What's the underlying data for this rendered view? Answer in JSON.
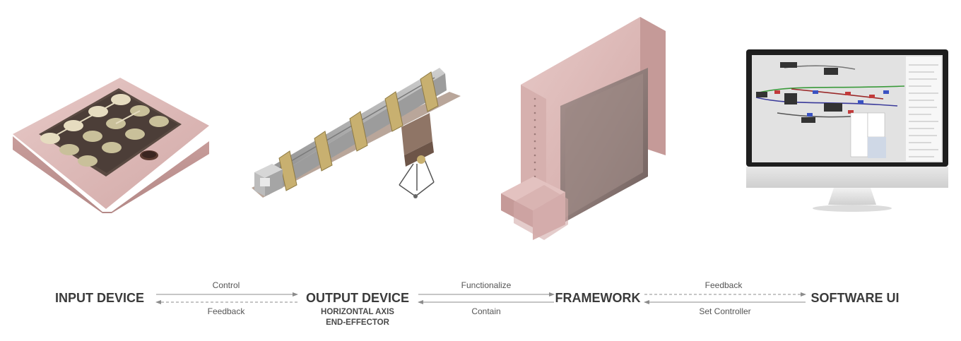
{
  "nodes": {
    "input": {
      "title": "INPUT DEVICE"
    },
    "output": {
      "title": "OUTPUT DEVICE",
      "subtitle_line1": "HORIZONTAL AXIS",
      "subtitle_line2": "END-EFFECTOR"
    },
    "framework": {
      "title": "FRAMEWORK"
    },
    "software": {
      "title": "SOFTWARE UI"
    }
  },
  "edges": {
    "input_output": {
      "top": "Control",
      "bottom": "Feedback"
    },
    "output_framework": {
      "top": "Functionalize",
      "bottom": "Contain"
    },
    "framework_software": {
      "top": "Feedback",
      "bottom": "Set Controller"
    }
  },
  "colors": {
    "title": "#3a3a3a",
    "label": "#555555",
    "arrow": "#8c8c8c",
    "pink_body": "#d9b2b0",
    "pink_dark": "#b98e8c",
    "pad_light": "#e6dcc0",
    "pad_mid": "#c9c09a",
    "metal": "#a9a9a9",
    "brass": "#c8b070"
  },
  "icons": {
    "input": "keypad-device-illustration",
    "output": "linear-rail-end-effector-illustration",
    "framework": "frame-enclosure-illustration",
    "software": "monitor-software-illustration"
  }
}
